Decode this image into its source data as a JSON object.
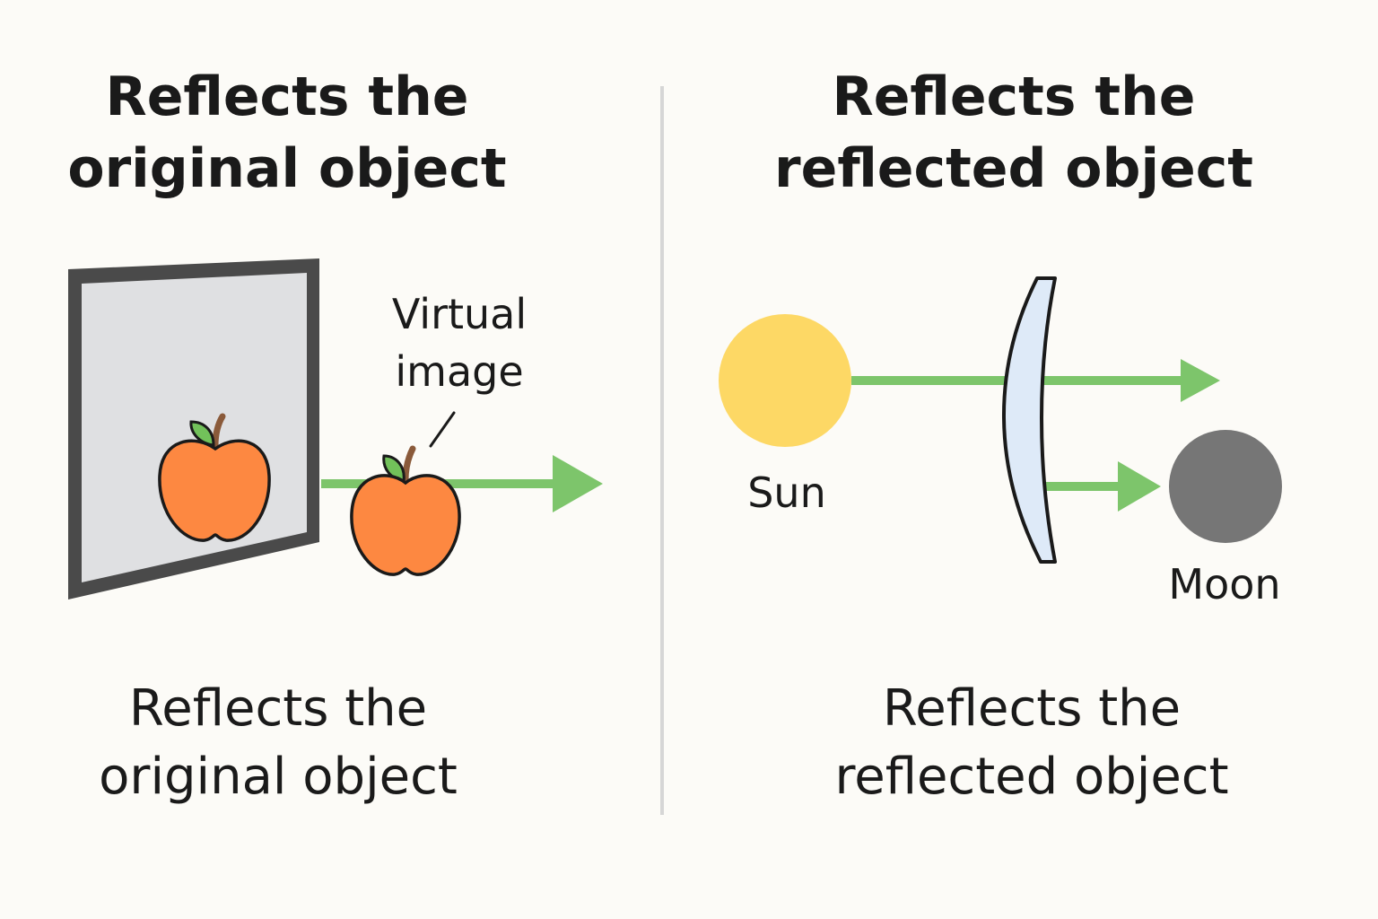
{
  "left_panel": {
    "title": [
      "Reflects the",
      "original object"
    ],
    "caption": [
      "Reflects the",
      "original object"
    ],
    "virtual_label": [
      "Virtual",
      "image"
    ]
  },
  "right_panel": {
    "title": [
      "Reflects the",
      "reflected object"
    ],
    "caption": [
      "Reflects the",
      "reflected object"
    ],
    "sun_label": "Sun",
    "moon_label": "Moon"
  },
  "colors": {
    "background": "#fcfbf7",
    "arrow": "#7dc56b",
    "apple": "#fd8841",
    "leaf": "#72c15a",
    "stem": "#8a5a3a",
    "mirror_frame": "#4a4a4a",
    "mirror_glass": "#dfe0e2",
    "sun": "#fdd865",
    "moon": "#767676",
    "lens": "#deeaf8"
  }
}
